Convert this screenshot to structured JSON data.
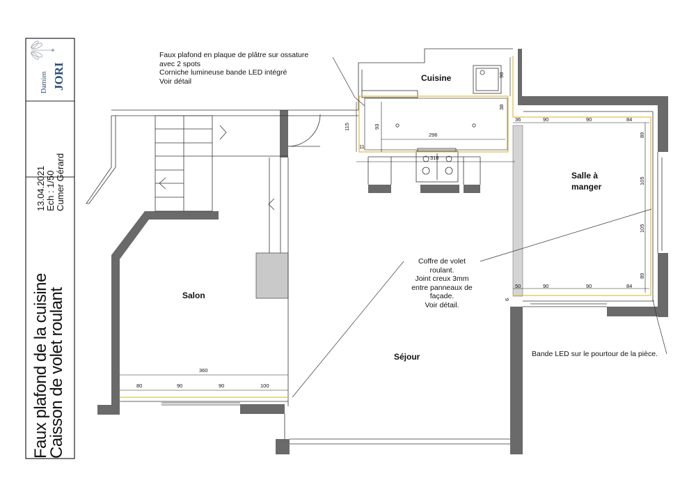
{
  "title_block": {
    "logo": {
      "first_name": "Damien",
      "last_name": "JORI"
    },
    "date": "13.04.2021",
    "scale": "Ech : 1/50",
    "client": "Cumer Gérard",
    "title_line1": "Faux plafond de la cuisine",
    "title_line2": "Caisson de volet roulant"
  },
  "rooms": {
    "cuisine": "Cuisine",
    "salle_line1": "Salle à",
    "salle_line2": "manger",
    "salon": "Salon",
    "sejour": "Séjour"
  },
  "notes": {
    "plafond": [
      "Faux plafond en plaque de plâtre sur ossature",
      "avec 2 spots",
      "Corniche lumineuse bande LED intégré",
      "Voir détail"
    ],
    "coffre": [
      "Coffre de volet",
      "roulant.",
      "Joint creux 3mm",
      "entre panneaux de",
      "façade.",
      "Voir détail."
    ],
    "led": "Bande LED sur le pourtour de la pièce."
  },
  "dimensions": {
    "k_115": "115",
    "k_93": "93",
    "k_296": "296",
    "k_11": "11",
    "k_318": "318",
    "k_98": "98",
    "k_38": "38",
    "s_top": [
      "36",
      "90",
      "90",
      "84"
    ],
    "s_right": [
      "89",
      "105",
      "105",
      "89"
    ],
    "s_bottom": [
      "50",
      "90",
      "90",
      "84"
    ],
    "s_6": "6",
    "sal_total": "360",
    "sal_parts": [
      "80",
      "90",
      "90",
      "100"
    ]
  }
}
